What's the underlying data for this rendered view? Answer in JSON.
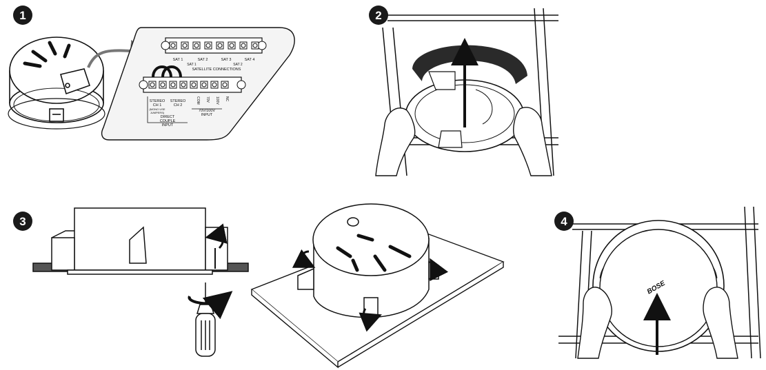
{
  "steps": [
    {
      "number": "1"
    },
    {
      "number": "2"
    },
    {
      "number": "3"
    },
    {
      "number": "4"
    }
  ],
  "terminal_labels": {
    "sat1": "SAT 1",
    "sat2": "SAT 2",
    "sat3": "SAT 3",
    "sat4": "SAT 4",
    "sat1_bottom": "SAT 1",
    "sat2_bottom": "SAT 2",
    "satellite_connections": "SATELLITE CONNECTIONS",
    "stereo_ch1": "STEREO",
    "stereo_ch1_b": "CH 1",
    "stereo_ch1_note": "(MONO USE",
    "stereo_ch1_note_b": "JUMPERS)",
    "stereo_ch2": "STEREO",
    "stereo_ch2_b": "CH 2",
    "direct_couple": "DIRECT",
    "direct_couple_b": "COUPLE",
    "direct_couple_c": "INPUT",
    "com": "COM",
    "v70": "70V",
    "v100": "100V",
    "nc": "NC",
    "input_70_100": "70V/100V",
    "input_70_100_b": "INPUT"
  },
  "logo_text": "BOSE",
  "colors": {
    "line": "#111111",
    "badge": "#1a1a1a",
    "panel": "#f4f4f4",
    "dark_band": "#2a2a2a",
    "arrow_gray": "#777777"
  }
}
